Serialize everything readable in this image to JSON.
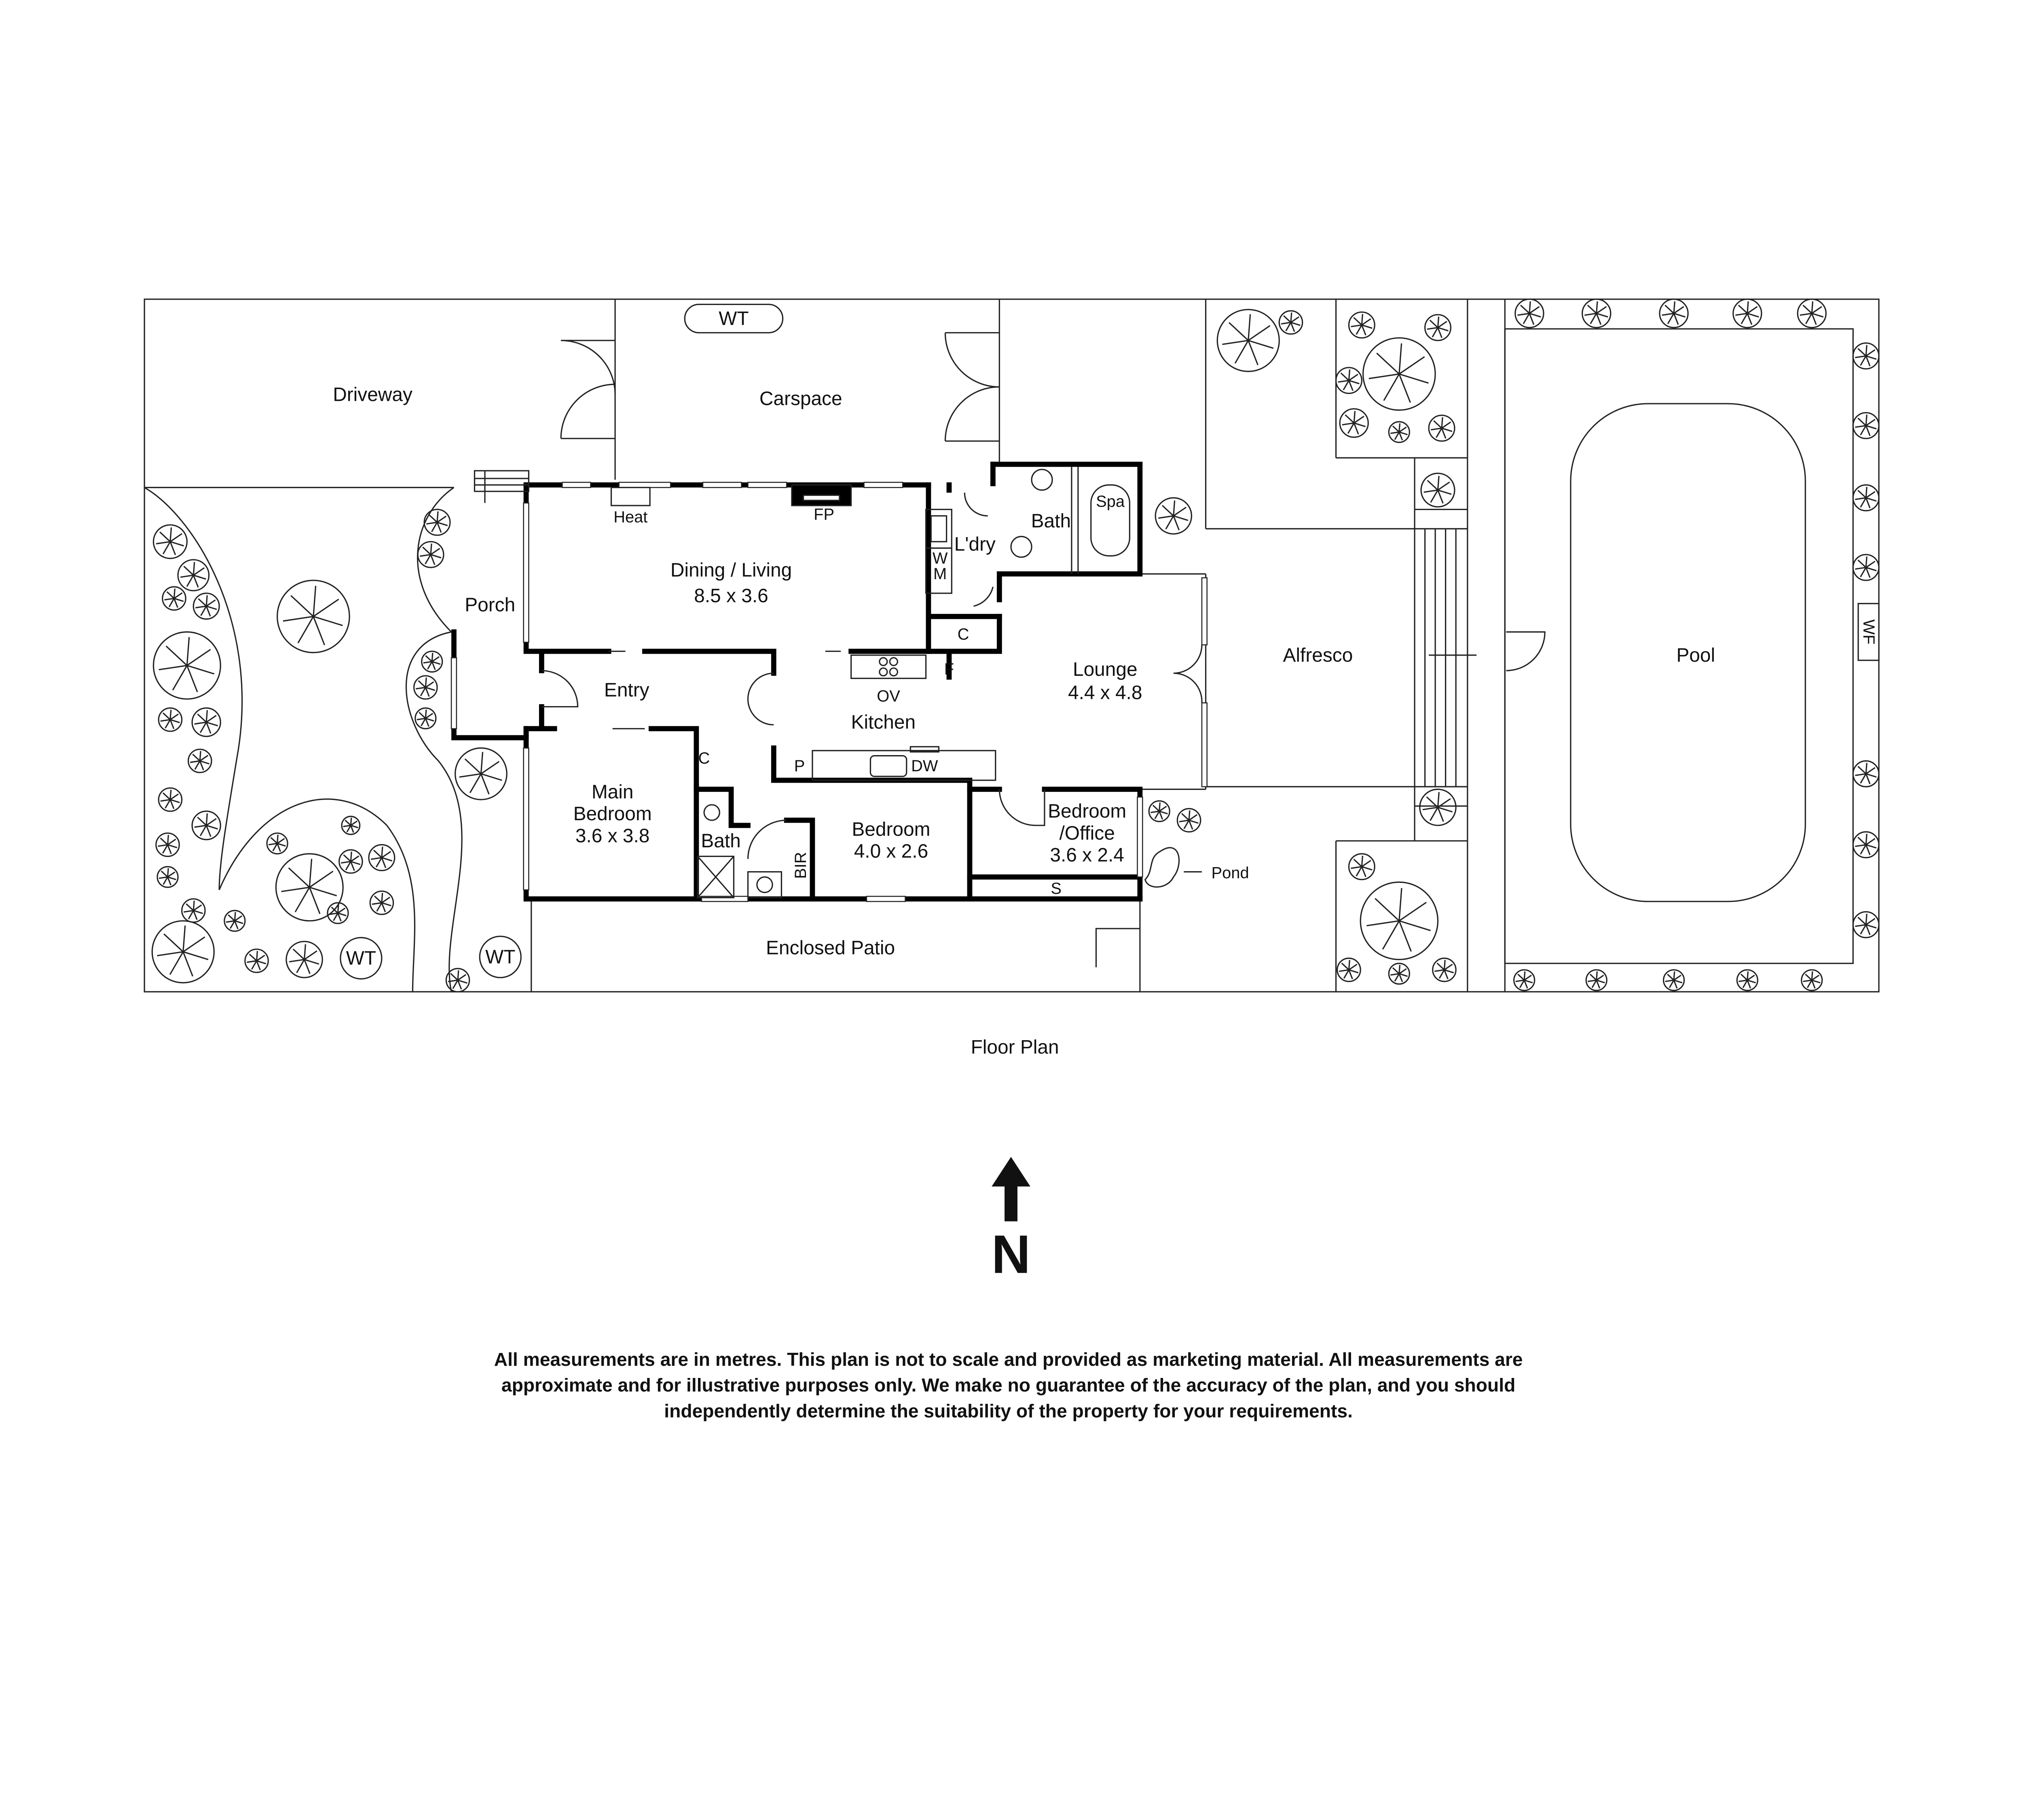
{
  "plan": {
    "caption": "Floor Plan",
    "north_label": "N",
    "outdoor": {
      "driveway": "Driveway",
      "carspace": "Carspace",
      "water_tank_top": "WT",
      "porch": "Porch",
      "alfresco": "Alfresco",
      "pool": "Pool",
      "pool_feature": "WF",
      "pond": "Pond",
      "enclosed_patio": "Enclosed Patio",
      "water_tank_left": "WT",
      "water_tank_right": "WT"
    },
    "rooms": {
      "dining_living": {
        "name": "Dining / Living",
        "size": "8.5 x 3.6"
      },
      "heater": "Heat",
      "fireplace": "FP",
      "bath_main": "Bath",
      "spa": "Spa",
      "laundry": "L'dry",
      "washing_machine_w": "W",
      "washing_machine_m": "M",
      "laundry_cupboard": "C",
      "fridge": "F",
      "oven": "OV",
      "lounge": {
        "name": "Lounge",
        "size": "4.4 x 4.8"
      },
      "entry": "Entry",
      "kitchen": "Kitchen",
      "pantry": "P",
      "dishwasher": "DW",
      "hall_cupboard": "C",
      "main_bedroom": {
        "name_line1": "Main",
        "name_line2": "Bedroom",
        "size": "3.6 x 3.8"
      },
      "ensuite": "Bath",
      "bir": "BIR",
      "bedroom": {
        "name": "Bedroom",
        "size": "4.0 x 2.6"
      },
      "bedroom_office": {
        "name_line1": "Bedroom",
        "name_line2": "/Office",
        "size": "3.6 x 2.4"
      },
      "storage": "S"
    }
  },
  "disclaimer": {
    "line1": "All measurements are in metres. This plan is not to scale and provided as marketing material. All measurements are",
    "line2": "approximate and for illustrative purposes only. We make no guarantee of the accuracy of the plan, and you should",
    "line3": "independently determine the suitability of the property for your requirements."
  }
}
